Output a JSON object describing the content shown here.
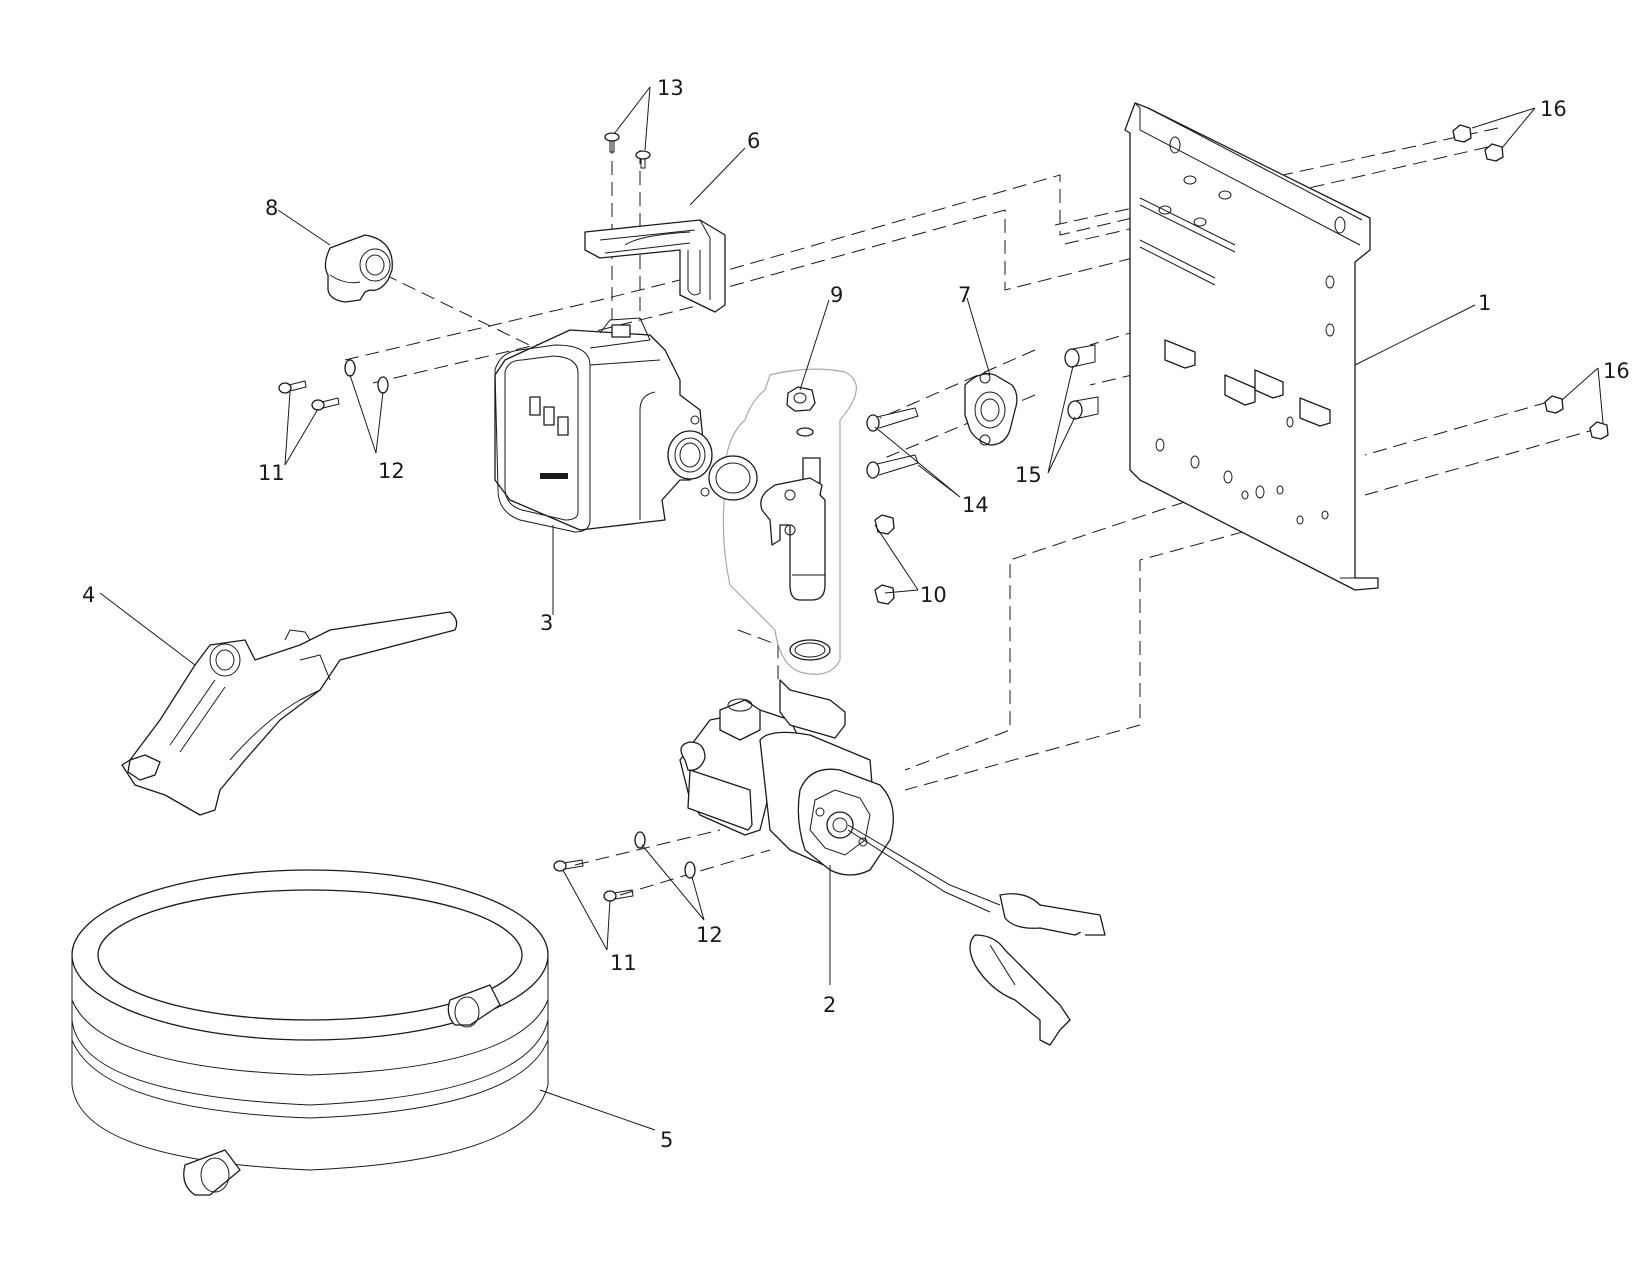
{
  "diagram": {
    "type": "exploded-parts-view",
    "callouts": {
      "c1": "1",
      "c2": "2",
      "c3": "3",
      "c4": "4",
      "c5": "5",
      "c6": "6",
      "c7": "7",
      "c8": "8",
      "c9": "9",
      "c10": "10",
      "c11": "11",
      "c11b": "11",
      "c12": "12",
      "c12b": "12",
      "c13": "13",
      "c14": "14",
      "c15": "15",
      "c16": "16",
      "c16b": "16"
    }
  }
}
